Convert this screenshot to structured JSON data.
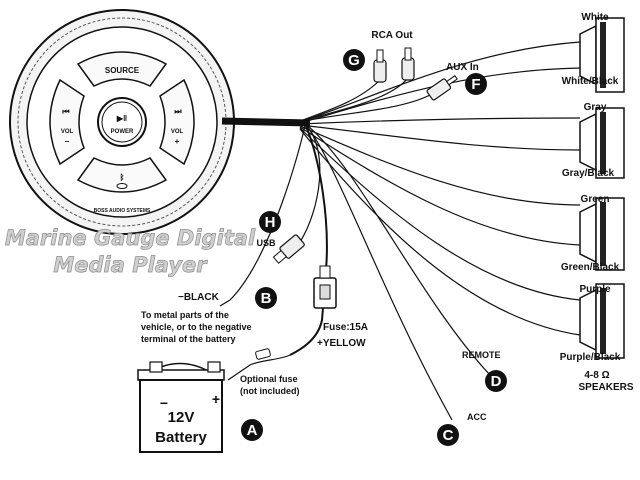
{
  "title": {
    "line1": "Marine Gauge Digital",
    "line2": "Media Player"
  },
  "control_unit": {
    "source_label": "SOURCE",
    "power_label": "POWER",
    "vol_left_label": "VOL",
    "vol_left_sign": "−",
    "vol_right_label": "VOL",
    "vol_right_sign": "+",
    "brand_label": "BOSS AUDIO SYSTEMS"
  },
  "connectors": {
    "rca_label": "RCA Out",
    "aux_label": "AUX In",
    "usb_label": "USB",
    "black_label": "−BLACK",
    "black_note": [
      "To metal parts of the",
      "vehicle, or to the negative",
      "terminal of the battery"
    ],
    "fuse_label": "Fuse:15A",
    "yellow_label": "+YELLOW",
    "optional_fuse": [
      "Optional fuse",
      "(not included)"
    ],
    "remote_label": "REMOTE",
    "acc_label": "ACC"
  },
  "battery": {
    "voltage": "12V",
    "name": "Battery",
    "minus": "−",
    "plus": "+"
  },
  "badges": {
    "A": "A",
    "B": "B",
    "C": "C",
    "D": "D",
    "F": "F",
    "G": "G",
    "H": "H"
  },
  "speakers": {
    "pairs": [
      {
        "positive": "White",
        "negative": "White/Black"
      },
      {
        "positive": "Gray",
        "negative": "Gray/Black"
      },
      {
        "positive": "Green",
        "negative": "Green/Black"
      },
      {
        "positive": "Purple",
        "negative": "Purple/Black"
      }
    ],
    "impedance": "4-8 Ω",
    "caption": "SPEAKERS"
  }
}
